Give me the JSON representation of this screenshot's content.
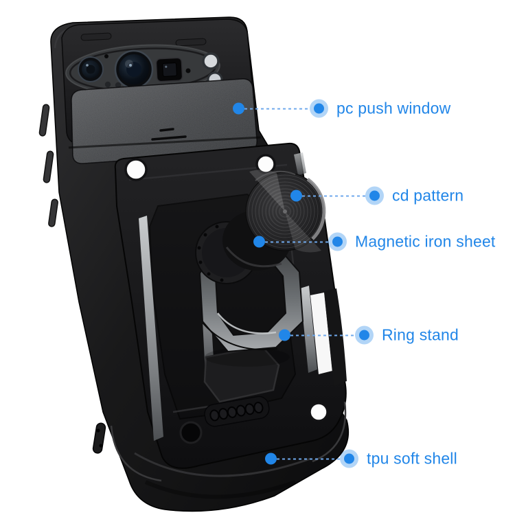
{
  "callouts": [
    {
      "id": "pc-push-window",
      "label": "pc push window"
    },
    {
      "id": "cd-pattern",
      "label": "cd pattern"
    },
    {
      "id": "magnetic-iron-sheet",
      "label": "Magnetic iron sheet"
    },
    {
      "id": "ring-stand",
      "label": "Ring stand"
    },
    {
      "id": "tpu-soft-shell",
      "label": "tpu soft shell"
    }
  ],
  "colors": {
    "background": "#ffffff",
    "label_blue": "#2186e8",
    "marker_core_blue": "#2186e8",
    "marker_halo_blue": "rgba(33,134,232,0.35)",
    "leader_line_blue": "#6fa9ec",
    "case_black": "#141415",
    "push_window_gray": "#45474a",
    "accent_silver": "#9a9da0",
    "flash_gray": "#d7dadd"
  },
  "icons": [
    {
      "name": "callout-anchor-dot",
      "glyph": "filled-circle"
    },
    {
      "name": "callout-marker-dot",
      "glyph": "filled-circle-with-halo"
    }
  ]
}
